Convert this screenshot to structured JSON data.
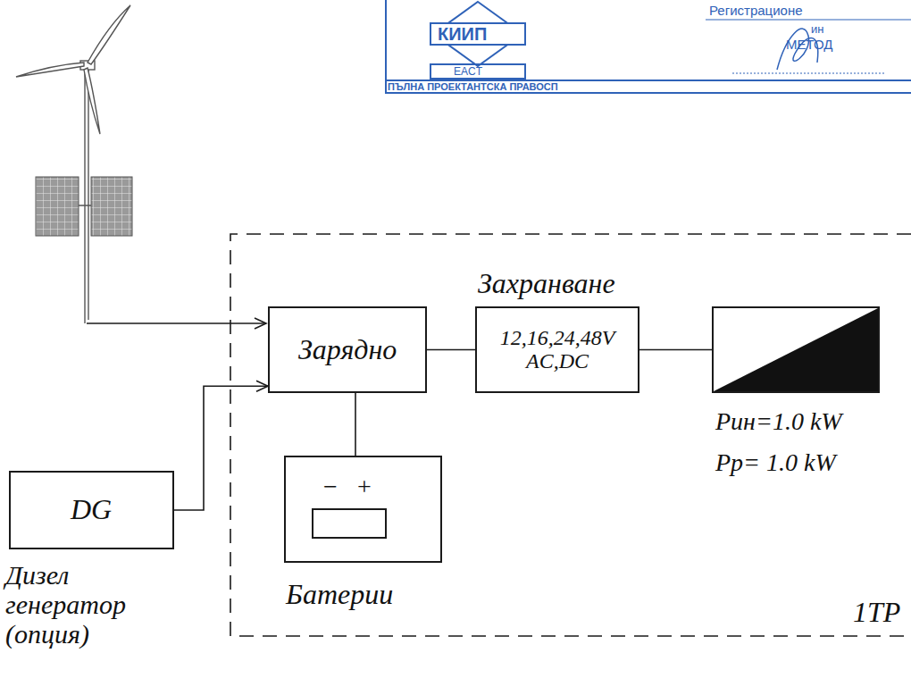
{
  "diagram": {
    "nodes": [
      {
        "text": [
          "Захранване",
          "1TP"
        ]
      },
      {
        "text": [
          "Зарядно"
        ],
        "in": 0
      },
      {
        "text": [
          "12,16,24,48V AC,DC"
        ],
        "in": 0
      },
      {
        "text": [
          "Pин=1.0  kW",
          "Pр=  1.0 kW"
        ],
        "in": 0
      },
      {
        "text": [
          "Батерии"
        ],
        "in": 0
      },
      {
        "text": [
          "DG",
          "Дизел генератор (опция)"
        ]
      }
    ],
    "edges": [
      {
        "from": 5,
        "to": 1,
        "arrow": "to"
      },
      {
        "from": 1,
        "to": 2,
        "arrow": "none"
      },
      {
        "from": 2,
        "to": 3,
        "arrow": "none"
      },
      {
        "from": 1,
        "to": 4,
        "arrow": "none"
      }
    ],
    "labels": [
      "−",
      "+",
      "КИИП",
      "EACT",
      "ПЪЛНА ПРОЕКТАНТСКА ПРАВОСП",
      "Регистрационе",
      "ин",
      "МЕТОД"
    ]
  }
}
